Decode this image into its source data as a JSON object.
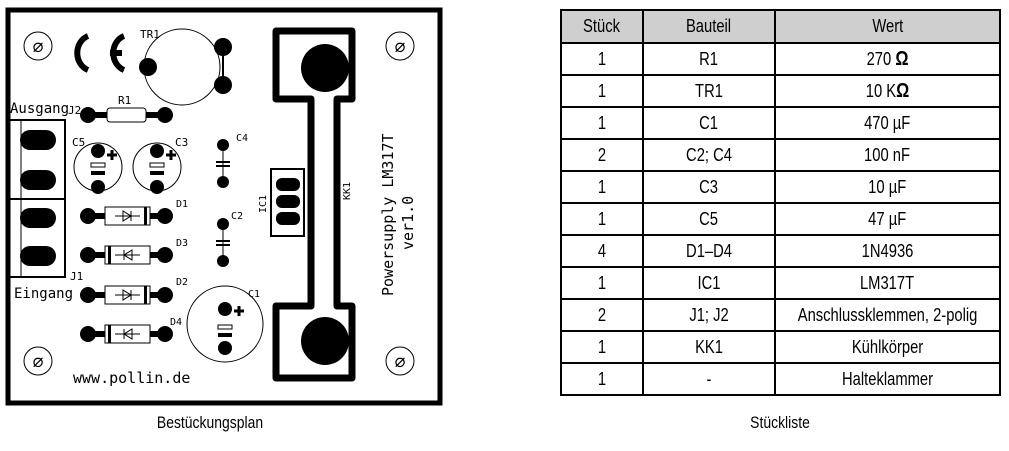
{
  "pcb": {
    "caption": "Bestückungsplan",
    "title_line1": "Powersupply LM317T",
    "title_line2": "ver1.0",
    "url": "www.pollin.de",
    "ce_mark": "CE",
    "labels": {
      "tr1": "TR1",
      "r1": "R1",
      "j2": "J2",
      "ausgang": "Ausgang",
      "c5": "C5",
      "c3": "C3",
      "c4": "C4",
      "c2": "C2",
      "c1": "C1",
      "d1": "D1",
      "d2": "D2",
      "d3": "D3",
      "d4": "D4",
      "j1": "J1",
      "eingang": "Eingang",
      "ic1": "IC1",
      "kk1": "KK1"
    },
    "mounting_hole_symbol": "∅",
    "icons": [
      "mounting-hole-icon",
      "ce-mark-icon",
      "potentiometer-icon",
      "resistor-icon",
      "capacitor-icon",
      "diode-icon",
      "terminal-block-icon",
      "heatsink-icon"
    ]
  },
  "bom": {
    "caption": "Stückliste",
    "headers": [
      "Stück",
      "Bauteil",
      "Wert"
    ],
    "header_bg": "#cfcfcf",
    "rows": [
      {
        "qty": "1",
        "part": "R1",
        "value": "270 Ω"
      },
      {
        "qty": "1",
        "part": "TR1",
        "value": "10 KΩ"
      },
      {
        "qty": "1",
        "part": "C1",
        "value": "470 µF"
      },
      {
        "qty": "2",
        "part": "C2; C4",
        "value": "100 nF"
      },
      {
        "qty": "1",
        "part": "C3",
        "value": "10 µF"
      },
      {
        "qty": "1",
        "part": "C5",
        "value": "47 µF"
      },
      {
        "qty": "4",
        "part": "D1–D4",
        "value": "1N4936"
      },
      {
        "qty": "1",
        "part": "IC1",
        "value": "LM317T"
      },
      {
        "qty": "2",
        "part": "J1; J2",
        "value": "Anschlussklemmen, 2-polig"
      },
      {
        "qty": "1",
        "part": "KK1",
        "value": "Kühlkörper"
      },
      {
        "qty": "1",
        "part": "-",
        "value": "Halteklammer"
      }
    ]
  }
}
